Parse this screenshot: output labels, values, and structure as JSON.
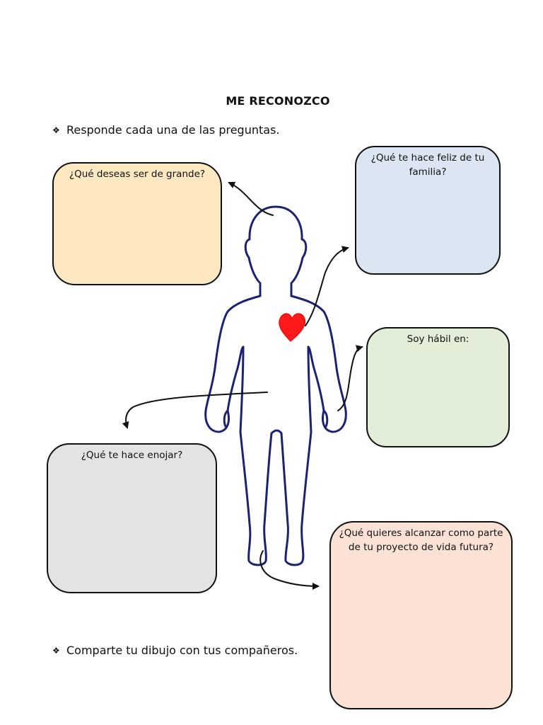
{
  "worksheet": {
    "title": "ME RECONOZCO",
    "bullet_glyph": "❖",
    "instruction": "Responde cada una de las preguntas.",
    "closing": "Comparte tu dibujo con tus compañeros."
  },
  "boxes": [
    {
      "label": "¿Qué deseas ser de grande?",
      "color": "#fde8c2"
    },
    {
      "label": "¿Qué te hace feliz de tu familia?",
      "color": "#dbe6f2"
    },
    {
      "label": "Soy hábil en:",
      "color": "#e3eed8"
    },
    {
      "label": "¿Qué te hace enojar?",
      "color": "#e3e3e3"
    },
    {
      "label": "¿Qué quieres alcanzar como parte de tu proyecto de vida futura?",
      "color": "#fbe2d4"
    }
  ],
  "figure": {
    "outline_color": "#1c2272",
    "heart_color": "#ff1a1a",
    "icon": "child-body-outline-icon"
  }
}
